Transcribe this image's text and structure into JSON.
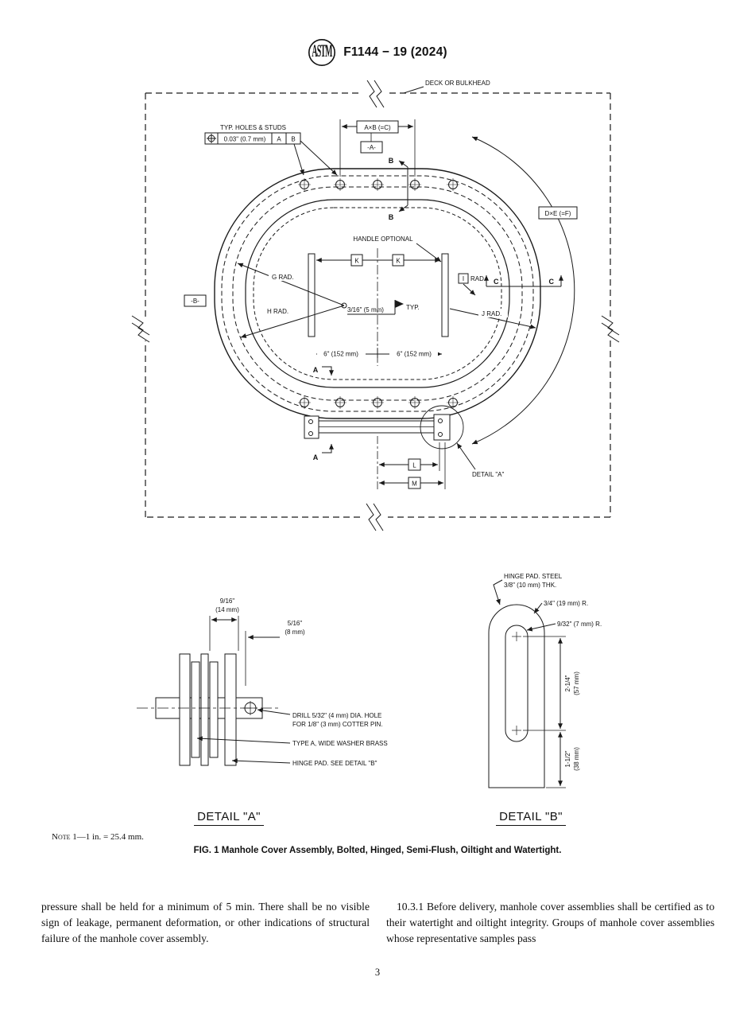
{
  "header": {
    "logo_text": "ASTM",
    "doc_title": "F1144 − 19 (2024)"
  },
  "drawing": {
    "deck": "DECK OR BULKHEAD",
    "typ_holes": "TYP. HOLES & STUDS",
    "fcf": {
      "tol": "0.03\" (0.7 mm)",
      "datum1": "A",
      "datum2": "B"
    },
    "dim_axb": "A×B (=C)",
    "datum_a": "-A-",
    "datum_b": "-B-",
    "dim_dxe": "D×E (=F)",
    "handle": "HANDLE OPTIONAL",
    "k": "K",
    "g_rad": "G RAD.",
    "h_rad": "H RAD.",
    "i": "I",
    "i_rad_suffix": "RAD.",
    "j_rad": "J RAD.",
    "weld_size": "3/16\" (5 mm)",
    "typ": "TYP.",
    "six_in": "6\" (152 mm)",
    "sec_a": "A",
    "sec_b": "B",
    "sec_c": "C",
    "detail_a_ref": "DETAIL \"A\"",
    "dim_l": "L",
    "dim_m": "M"
  },
  "detail_a": {
    "title": "DETAIL \"A\"",
    "dim_916": "9/16\"",
    "dim_916_mm": "(14 mm)",
    "dim_516": "5/16\"",
    "dim_516_mm": "(8 mm)",
    "drill_line1": "DRILL 5/32\" (4 mm) DIA. HOLE",
    "drill_line2": "FOR 1/8\" (3 mm) COTTER PIN.",
    "washer": "TYPE A, WIDE WASHER BRASS",
    "hinge_pad": "HINGE PAD. SEE DETAIL \"B\""
  },
  "detail_b": {
    "title": "DETAIL \"B\"",
    "pad_line1": "HINGE PAD. STEEL",
    "pad_line2": "3/8\" (10 mm) THK.",
    "radius_34": "3/4\" (19 mm) R.",
    "radius_932": "9/32\" (7 mm) R.",
    "dim_214": "2-1/4\"",
    "dim_214_mm": "(57 mm)",
    "dim_112": "1-1/2\"",
    "dim_112_mm": "(38 mm)"
  },
  "figure": {
    "note_label": "Note 1",
    "note_text": "—1 in. = 25.4 mm.",
    "caption": "FIG. 1  Manhole Cover Assembly, Bolted, Hinged, Semi-Flush, Oiltight and Watertight."
  },
  "body": {
    "left_paragraph": "pressure shall be held for a minimum of 5 min. There shall be no visible sign of leakage, permanent deformation, or other indications of structural failure of the manhole cover assembly.",
    "right_paragraph": "10.3.1 Before delivery, manhole cover assemblies shall be certified as to their watertight and oiltight integrity. Groups of manhole cover assemblies whose representative samples pass"
  },
  "footer": {
    "page_number": "3"
  }
}
